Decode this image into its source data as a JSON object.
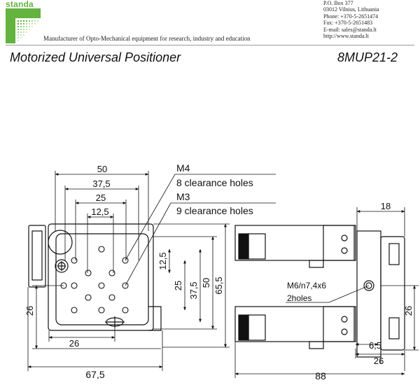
{
  "header": {
    "brand": "standa",
    "tagline": "Manufacturer of Opto-Mechanical equipment for research, industry and education",
    "contact": [
      "P.O. Box 377",
      "03012 Vilnius, Lithuania",
      "Phone: +370-5-2651474",
      "Fax: +370-5-2651483",
      "E-mail: sales@standa.lt",
      "http://www.standa.lt"
    ]
  },
  "title": "Motorized Universal Positioner",
  "model": "8MUP21-2",
  "callouts": {
    "m4": "M4",
    "m4_holes": "8 clearance holes",
    "m3": "M3",
    "m3_holes": "9 clearance holes",
    "m6": "M6/n7,4x6",
    "m6_holes": "2holes"
  },
  "dims_top": [
    "50",
    "37,5",
    "25",
    "12,5"
  ],
  "dims_right": [
    "12,5",
    "25",
    "37,5",
    "50",
    "65,5"
  ],
  "dims_left": "26",
  "dims_bottom_left": "26",
  "dim_total_width": "67,5",
  "side_view": {
    "top": "18",
    "right": "26",
    "bottom_small": "6,5",
    "bottom_mid": "26",
    "total": "88"
  }
}
